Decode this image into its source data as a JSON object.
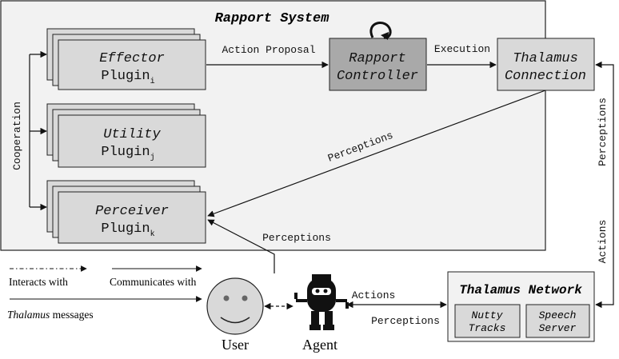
{
  "system": {
    "title": "Rapport System"
  },
  "plugins": {
    "effector": {
      "name": "Effector",
      "word": "Plugin",
      "sub": "i"
    },
    "utility": {
      "name": "Utility",
      "word": "Plugin",
      "sub": "j"
    },
    "perceiver": {
      "name": "Perceiver",
      "word": "Plugin",
      "sub": "k"
    }
  },
  "controller": {
    "line1": "Rapport",
    "line2": "Controller"
  },
  "thalamus_connection": {
    "line1": "Thalamus",
    "line2": "Connection"
  },
  "network": {
    "title": "Thalamus Network",
    "nutty": {
      "line1": "Nutty",
      "line2": "Tracks"
    },
    "speech": {
      "line1": "Speech",
      "line2": "Server"
    }
  },
  "labels": {
    "cooperation": "Cooperation",
    "action_proposal": "Action Proposal",
    "execution": "Execution",
    "perceptions_diag": "Perceptions",
    "perceptions_agent": "Perceptions",
    "perceptions_right": "Perceptions",
    "actions_right": "Actions",
    "actions_agent": "Actions",
    "perceptions_network": "Perceptions"
  },
  "legend": {
    "interacts": "Interacts with",
    "communicates": "Communicates with",
    "thalamus_italic": "Thalamus",
    "thalamus_rest": " messages"
  },
  "actors": {
    "user": "User",
    "agent": "Agent"
  }
}
